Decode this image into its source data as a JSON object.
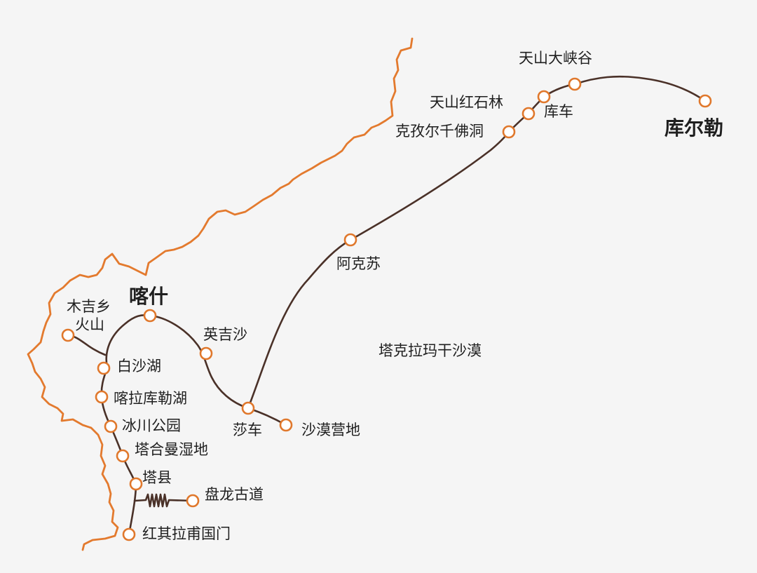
{
  "map": {
    "region_label": "塔克拉玛干沙漠",
    "places": {
      "kashgar": "喀什",
      "mujixiang": "木吉乡",
      "huoshan": "火山",
      "baishahu": "白沙湖",
      "karakul": "喀拉库勒湖",
      "glacier_park": "冰川公园",
      "tahman": "塔合曼湿地",
      "taxian": "塔县",
      "panlong": "盘龙古道",
      "khunjerab": "红其拉甫国门",
      "yengisar": "英吉沙",
      "yarkand": "莎车",
      "desert_camp": "沙漠营地",
      "aksu": "阿克苏",
      "kizil": "克孜尔千佛洞",
      "red_stone": "天山红石林",
      "kuqa": "库车",
      "grand_canyon": "天山大峡谷",
      "korla": "库尔勒"
    },
    "colors": {
      "border": "#e37a2e",
      "route": "#4a3128",
      "stop_ring": "#e0782c",
      "background": "#f5f5f5"
    }
  }
}
